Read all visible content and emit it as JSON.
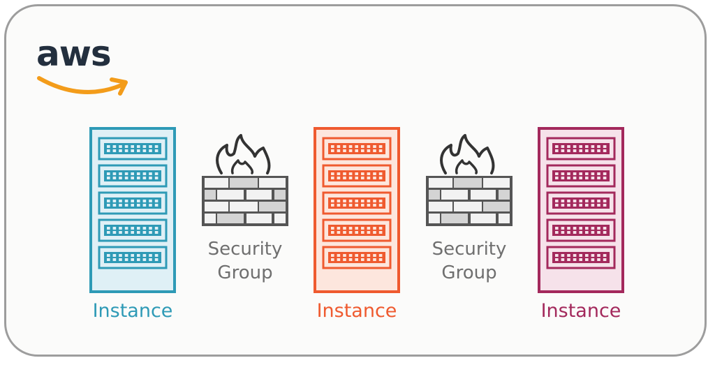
{
  "logo": {
    "text": "aws",
    "icon": "amazon-smile-arrow-icon",
    "text_color": "#232f3e",
    "arrow_color": "#f39c1a"
  },
  "colors": {
    "instance_blue": "#2e9ab6",
    "instance_orange": "#ef5a2f",
    "instance_magenta": "#a3295c",
    "security_group": "#555555",
    "label_gray": "#6f6f6f"
  },
  "nodes": [
    {
      "type": "instance",
      "label": "Instance",
      "color": "#2e9ab6",
      "fill": "#dff0f6",
      "icon": "server-rack-icon"
    },
    {
      "type": "security_group",
      "label_line1": "Security",
      "label_line2": "Group",
      "icon": "firewall-icon"
    },
    {
      "type": "instance",
      "label": "Instance",
      "color": "#ef5a2f",
      "fill": "#fde6dd",
      "icon": "server-rack-icon"
    },
    {
      "type": "security_group",
      "label_line1": "Security",
      "label_line2": "Group",
      "icon": "firewall-icon"
    },
    {
      "type": "instance",
      "label": "Instance",
      "color": "#a3295c",
      "fill": "#f6e2ea",
      "icon": "server-rack-icon"
    }
  ]
}
